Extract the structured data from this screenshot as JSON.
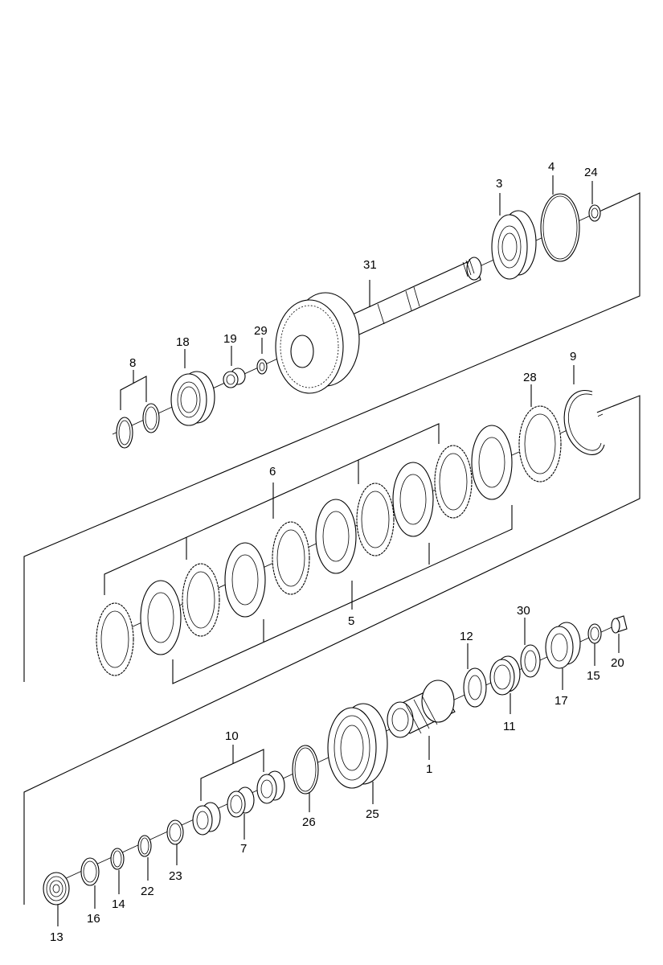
{
  "callouts": {
    "p1": "1",
    "p3": "3",
    "p4": "4",
    "p5": "5",
    "p6": "6",
    "p7": "7",
    "p8": "8",
    "p9": "9",
    "p10": "10",
    "p11": "11",
    "p12": "12",
    "p13": "13",
    "p14": "14",
    "p15": "15",
    "p16": "16",
    "p17": "17",
    "p18": "18",
    "p19": "19",
    "p20": "20",
    "p22": "22",
    "p23": "23",
    "p24": "24",
    "p25": "25",
    "p26": "26",
    "p28": "28",
    "p29": "29",
    "p30": "30",
    "p31": "31"
  }
}
